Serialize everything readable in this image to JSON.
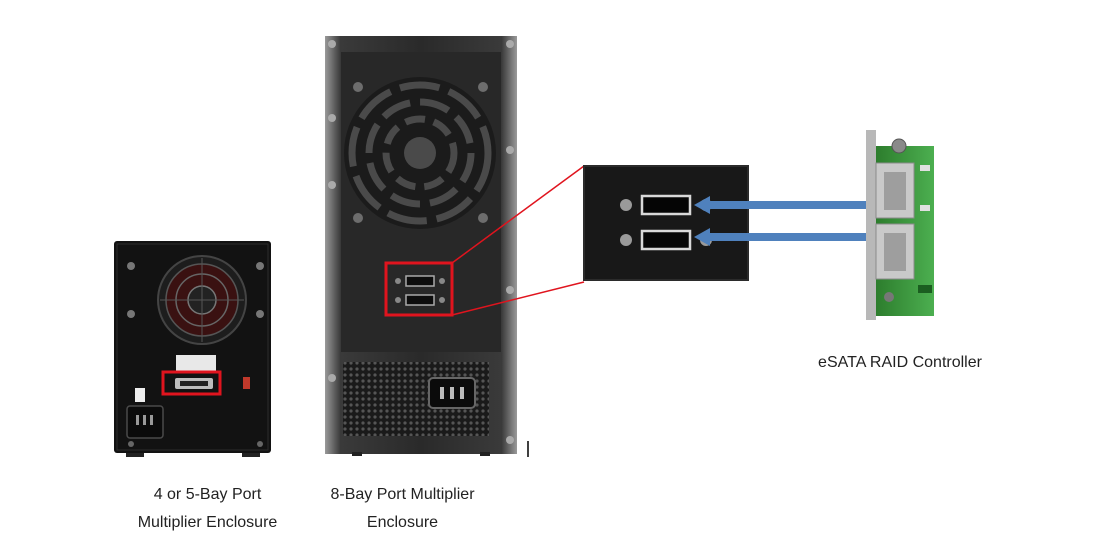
{
  "labels": {
    "small_enclosure_line1": "4 or 5-Bay Port",
    "small_enclosure_line2": "Multiplier Enclosure",
    "large_enclosure_line1": "8-Bay Port Multiplier",
    "large_enclosure_line2": "Enclosure",
    "controller": "eSATA RAID Controller"
  },
  "colors": {
    "highlight": "#e0141e",
    "arrow": "#4f81bd",
    "chassis": "#141414",
    "board": "#3a9a3a"
  },
  "icons": [
    "fan-grille-icon",
    "power-socket-icon",
    "esata-port-icon",
    "screw-icon",
    "led-indicator-icon"
  ]
}
